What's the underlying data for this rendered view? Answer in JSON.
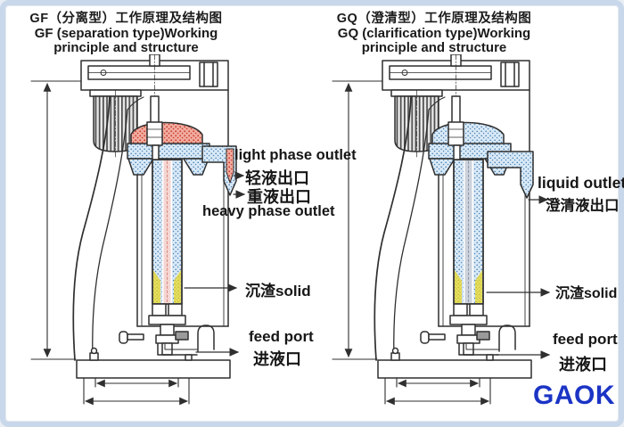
{
  "frame": {
    "border_color": "#c9d7ea",
    "background": "#ffffff"
  },
  "brand": {
    "logo_text": "GAOK",
    "logo_color": "#1b34c5"
  },
  "gf": {
    "title_zh": "GF（分离型）工作原理及结构图",
    "title_en1": "GF (separation type)Working",
    "title_en2": "principle and structure",
    "label_light_en": "light phase outlet",
    "label_light_zh": "轻液出口",
    "label_heavy_zh": "重液出口",
    "label_heavy_en": "heavy phase outlet",
    "label_solid": "沉渣solid",
    "label_feed_en": "feed port",
    "label_feed_zh": "进液口",
    "color_light_phase": "#c23526",
    "color_heavy_phase": "#a9cdea",
    "color_sediment": "#e6df5e"
  },
  "gq": {
    "title_zh": "GQ（澄清型）工作原理及结构图",
    "title_en1": "GQ (clarification type)Working",
    "title_en2": "principle and structure",
    "label_liquid_en": "liquid outlet",
    "label_liquid_zh": "澄清液出口",
    "label_solid": "沉渣solid",
    "label_feed_en": "feed port",
    "label_feed_zh": "进液口",
    "color_liquid": "#a9cdea",
    "color_sediment": "#e6df5e"
  }
}
